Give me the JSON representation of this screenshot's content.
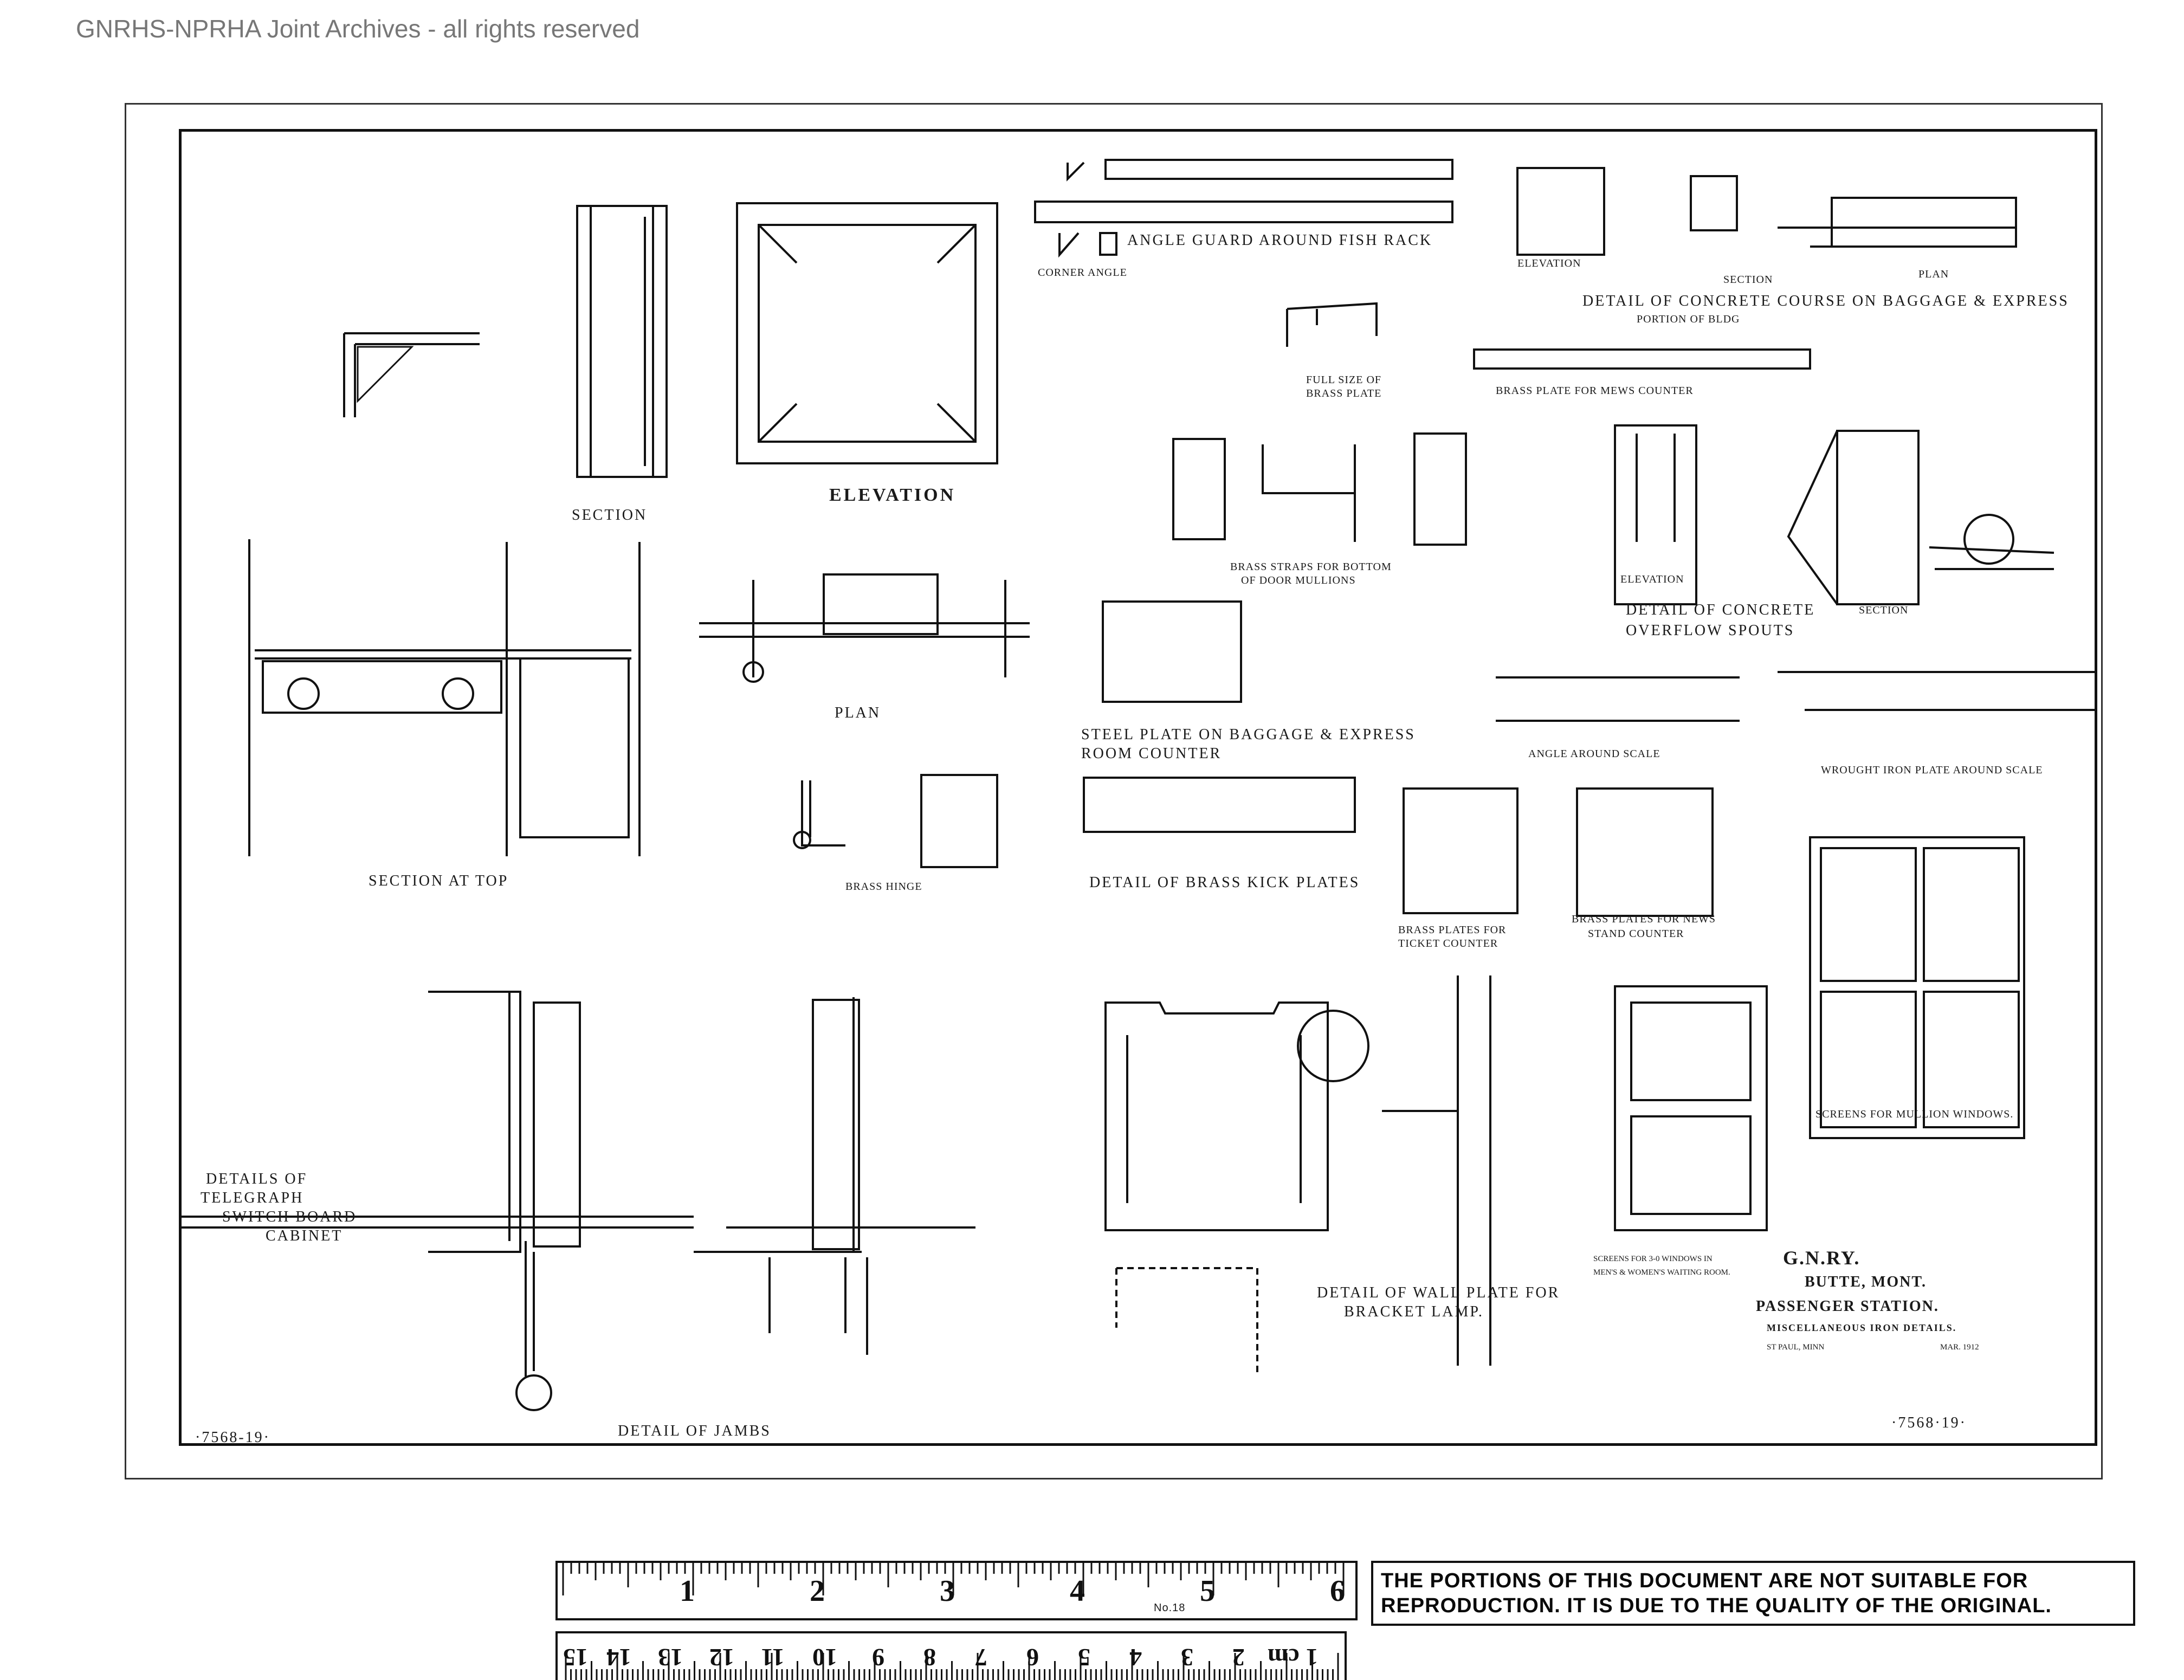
{
  "watermark": "GNRHS-NPRHA Joint Archives - all rights reserved",
  "drawing_numbers": {
    "left": "·7568-19·",
    "right": "·7568·19·"
  },
  "title_block": {
    "railway": "G.N.RY.",
    "location": "BUTTE, MONT.",
    "building": "PASSENGER STATION.",
    "subject": "MISCELLANEOUS IRON DETAILS.",
    "office": "ST PAUL, MINN",
    "date": "MAR. 1912"
  },
  "labels": {
    "section_top": "SECTION",
    "elevation_frame": "ELEVATION",
    "angle_guard": "ANGLE GUARD AROUND FISH RACK",
    "corner_angle": "CORNER ANGLE",
    "elevation_concrete": "ELEVATION",
    "section_concrete": "SECTION",
    "plan_concrete": "PLAN",
    "detail_concrete_course": "DETAIL OF CONCRETE COURSE ON BAGGAGE & EXPRESS",
    "portion_bldg": "PORTION OF BLDG",
    "full_size_brass": "FULL SIZE OF",
    "brass_plate_small": "BRASS PLATE",
    "brass_plate_mews": "BRASS PLATE FOR MEWS COUNTER",
    "plan_mid": "PLAN",
    "brass_straps": "BRASS STRAPS FOR BOTTOM",
    "door_mullions": "OF DOOR MULLIONS",
    "elevation_spout": "ELEVATION",
    "section_spout": "SECTION",
    "detail_concrete_spouts": "DETAIL OF CONCRETE",
    "overflow_spouts": "OVERFLOW SPOUTS",
    "section_at_top": "SECTION AT TOP",
    "brass_hinge": "BRASS HINGE",
    "steel_plate": "STEEL PLATE ON BAGGAGE & EXPRESS",
    "room_counter": "ROOM COUNTER",
    "angle_around_scale": "ANGLE AROUND SCALE",
    "wrought_iron_plate": "WROUGHT IRON PLATE AROUND SCALE",
    "detail_kick_plates": "DETAIL OF BRASS KICK PLATES",
    "brass_plates_ticket": "BRASS PLATES FOR",
    "ticket_counter": "TICKET COUNTER",
    "brass_plates_news": "BRASS PLATES FOR NEWS",
    "stand_counter": "STAND COUNTER",
    "screens_mullion": "SCREENS FOR MULLION WINDOWS.",
    "details_telegraph": "DETAILS OF",
    "telegraph": "TELEGRAPH",
    "switch_board": "SWITCH BOARD",
    "cabinet": "CABINET",
    "detail_wall_plate": "DETAIL OF WALL PLATE FOR",
    "bracket_lamp": "BRACKET LAMP.",
    "screens_windows": "SCREENS FOR 3-0 WINDOWS IN",
    "waiting_room": "MEN'S & WOMEN'S WAITING ROOM.",
    "detail_jambs": "DETAIL OF JAMBS"
  },
  "ruler_top": {
    "numbers": [
      "1",
      "2",
      "3",
      "4",
      "5",
      "6"
    ],
    "caption": "No.18"
  },
  "ruler_bottom": {
    "numbers": [
      "1 cm",
      "2",
      "3",
      "4",
      "5",
      "6",
      "7",
      "8",
      "9",
      "10",
      "11",
      "12",
      "13",
      "14",
      "15"
    ]
  },
  "notice": "THE PORTIONS OF THIS DOCUMENT ARE NOT SUITABLE FOR REPRODUCTION. IT IS DUE TO THE QUALITY OF THE ORIGINAL."
}
